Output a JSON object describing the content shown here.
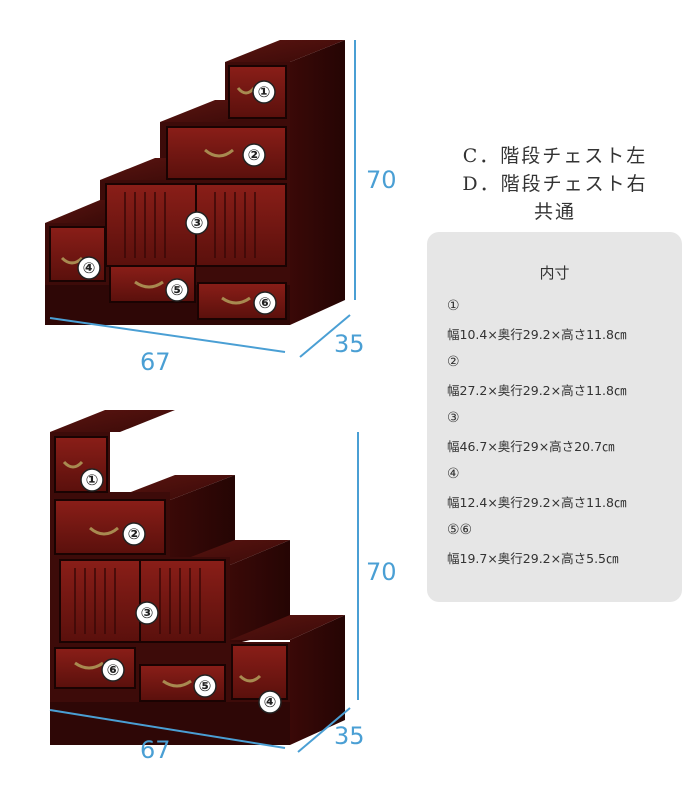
{
  "top_chest": {
    "dimensions": {
      "height": "70",
      "width": "67",
      "depth": "35"
    },
    "labels": {
      "d1": "①",
      "d2": "②",
      "d3": "③",
      "d4": "④",
      "d5": "⑤",
      "d6": "⑥"
    }
  },
  "bottom_chest": {
    "dimensions": {
      "height": "70",
      "width": "67",
      "depth": "35"
    },
    "labels": {
      "d1": "①",
      "d2": "②",
      "d3": "③",
      "d4": "④",
      "d5": "⑤",
      "d6": "⑥"
    }
  },
  "headings": [
    "C．階段チェスト左",
    "D．階段チェスト右",
    "共通"
  ],
  "inner_size": {
    "title": "内寸",
    "specs": [
      {
        "num": "①",
        "text": "幅10.4×奥行29.2×高さ11.8㎝"
      },
      {
        "num": "②",
        "text": "幅27.2×奥行29.2×高さ11.8㎝"
      },
      {
        "num": "③",
        "text": "幅46.7×奥行29×高さ20.7㎝"
      },
      {
        "num": "④",
        "text": "幅12.4×奥行29.2×高さ11.8㎝"
      },
      {
        "num": "⑤⑥",
        "text": "幅19.7×奥行29.2×高さ5.5㎝"
      }
    ]
  },
  "colors": {
    "wood_dark": "#3a0a08",
    "wood_face": "#6e1414",
    "wood_top": "#4a100c",
    "dimension_line": "#4a9fd4",
    "panel_bg": "#e6e6e6"
  }
}
